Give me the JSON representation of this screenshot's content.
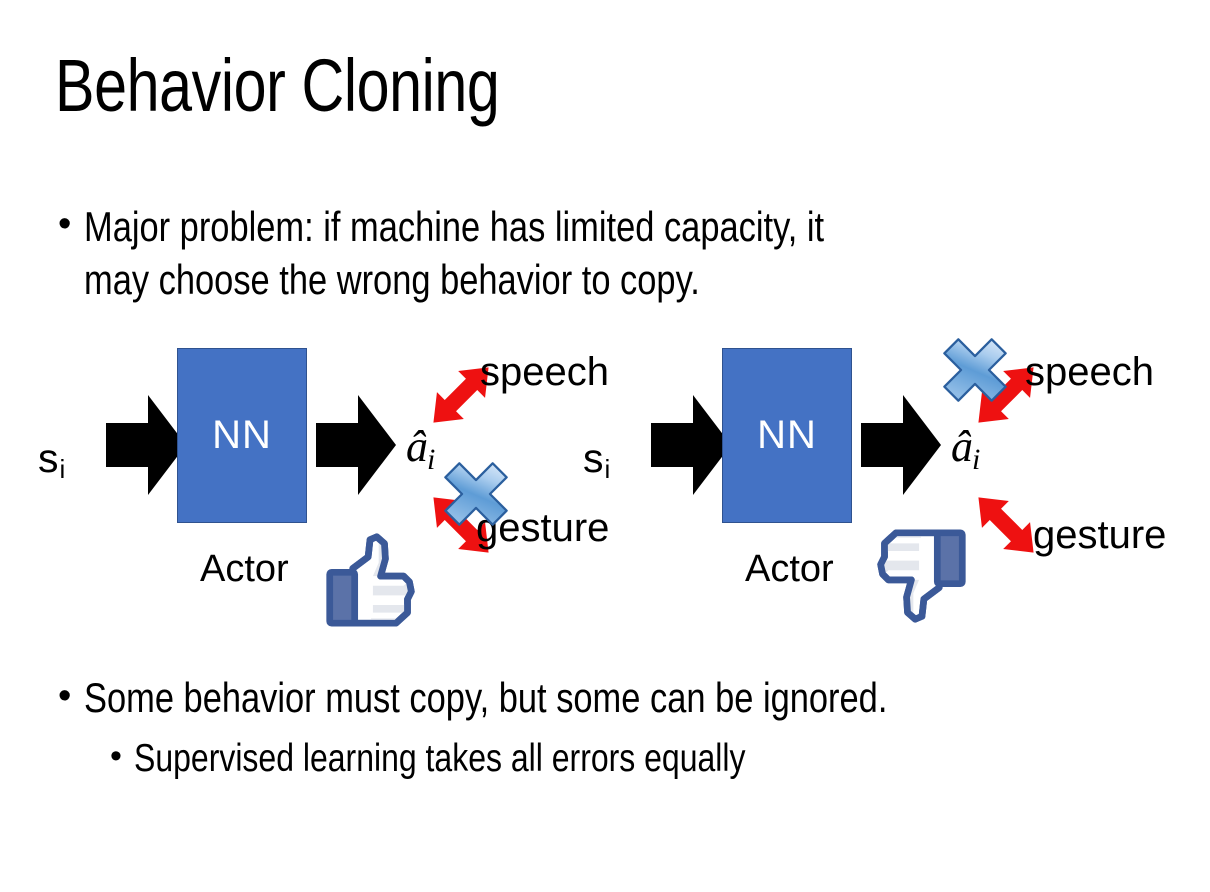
{
  "slide": {
    "title": "Behavior Cloning",
    "background_color": "#FFFFFF",
    "text_color": "#000000"
  },
  "bullets": [
    {
      "level": 1,
      "marker": "•",
      "lines": [
        "Major problem: if machine has limited capacity, it",
        "may choose the wrong behavior to copy."
      ]
    },
    {
      "level": 1,
      "marker": "•",
      "lines": [
        "Some behavior must copy, but some can be ignored."
      ]
    },
    {
      "level": 2,
      "marker": "•",
      "lines": [
        "Supervised learning takes all errors equally"
      ]
    }
  ],
  "diagram": {
    "colors": {
      "nn_fill": "#4472C4",
      "nn_border": "#2F528F",
      "nn_text": "#FFFFFF",
      "arrow_black": "#000000",
      "arrow_red": "#EE1111",
      "x_blue_light": "#DCE9F8",
      "x_blue_mid": "#6FA8E0",
      "x_blue_dark": "#2E6CA8",
      "x_outline": "#2B5F9E",
      "thumb_outline": "#3B5998",
      "thumb_fill": "#FFFFFF",
      "thumb_cuff": "#5B72A8",
      "thumb_shadow": "#E3E6EC"
    },
    "panels": [
      {
        "id": "left",
        "state_label": "s",
        "state_subscript": "i",
        "nn_label": "NN",
        "actor_label": "Actor",
        "action_label": "â",
        "action_subscript": "i",
        "branches": [
          {
            "name": "speech",
            "label": "speech",
            "crossed_out": false
          },
          {
            "name": "gesture",
            "label": "gesture",
            "crossed_out": true
          }
        ],
        "verdict_icon": "thumbs-up-icon"
      },
      {
        "id": "right",
        "state_label": "s",
        "state_subscript": "i",
        "nn_label": "NN",
        "actor_label": "Actor",
        "action_label": "â",
        "action_subscript": "i",
        "branches": [
          {
            "name": "speech",
            "label": "speech",
            "crossed_out": true
          },
          {
            "name": "gesture",
            "label": "gesture",
            "crossed_out": false
          }
        ],
        "verdict_icon": "thumbs-down-icon"
      }
    ]
  }
}
